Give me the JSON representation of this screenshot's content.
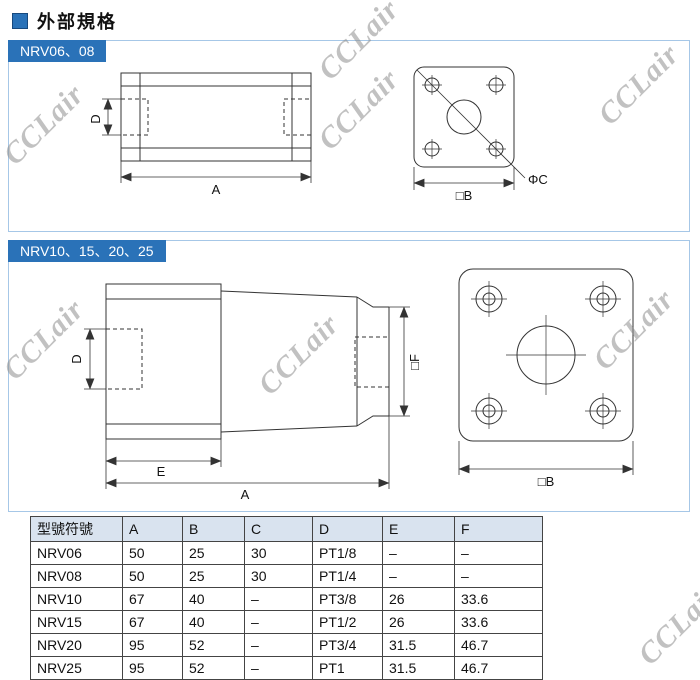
{
  "page": {
    "title": "外部規格"
  },
  "sections": [
    {
      "header": "NRV06、08"
    },
    {
      "header": "NRV10、15、20、25"
    }
  ],
  "drawings": {
    "nrv06_08": {
      "dim_d": "D",
      "dim_a": "A",
      "dim_c": "ΦC",
      "dim_b": "□B"
    },
    "nrv10_25": {
      "dim_d": "D",
      "dim_f": "□F",
      "dim_e": "E",
      "dim_a": "A",
      "dim_b": "□B"
    }
  },
  "table": {
    "headers": [
      "型號符號",
      "A",
      "B",
      "C",
      "D",
      "E",
      "F"
    ],
    "rows": [
      [
        "NRV06",
        "50",
        "25",
        "30",
        "PT1/8",
        "–",
        "–"
      ],
      [
        "NRV08",
        "50",
        "25",
        "30",
        "PT1/4",
        "–",
        "–"
      ],
      [
        "NRV10",
        "67",
        "40",
        "–",
        "PT3/8",
        "26",
        "33.6"
      ],
      [
        "NRV15",
        "67",
        "40",
        "–",
        "PT1/2",
        "26",
        "33.6"
      ],
      [
        "NRV20",
        "95",
        "52",
        "–",
        "PT3/4",
        "31.5",
        "46.7"
      ],
      [
        "NRV25",
        "95",
        "52",
        "–",
        "PT1",
        "31.5",
        "46.7"
      ]
    ]
  },
  "watermark": {
    "text": "CCLair"
  }
}
